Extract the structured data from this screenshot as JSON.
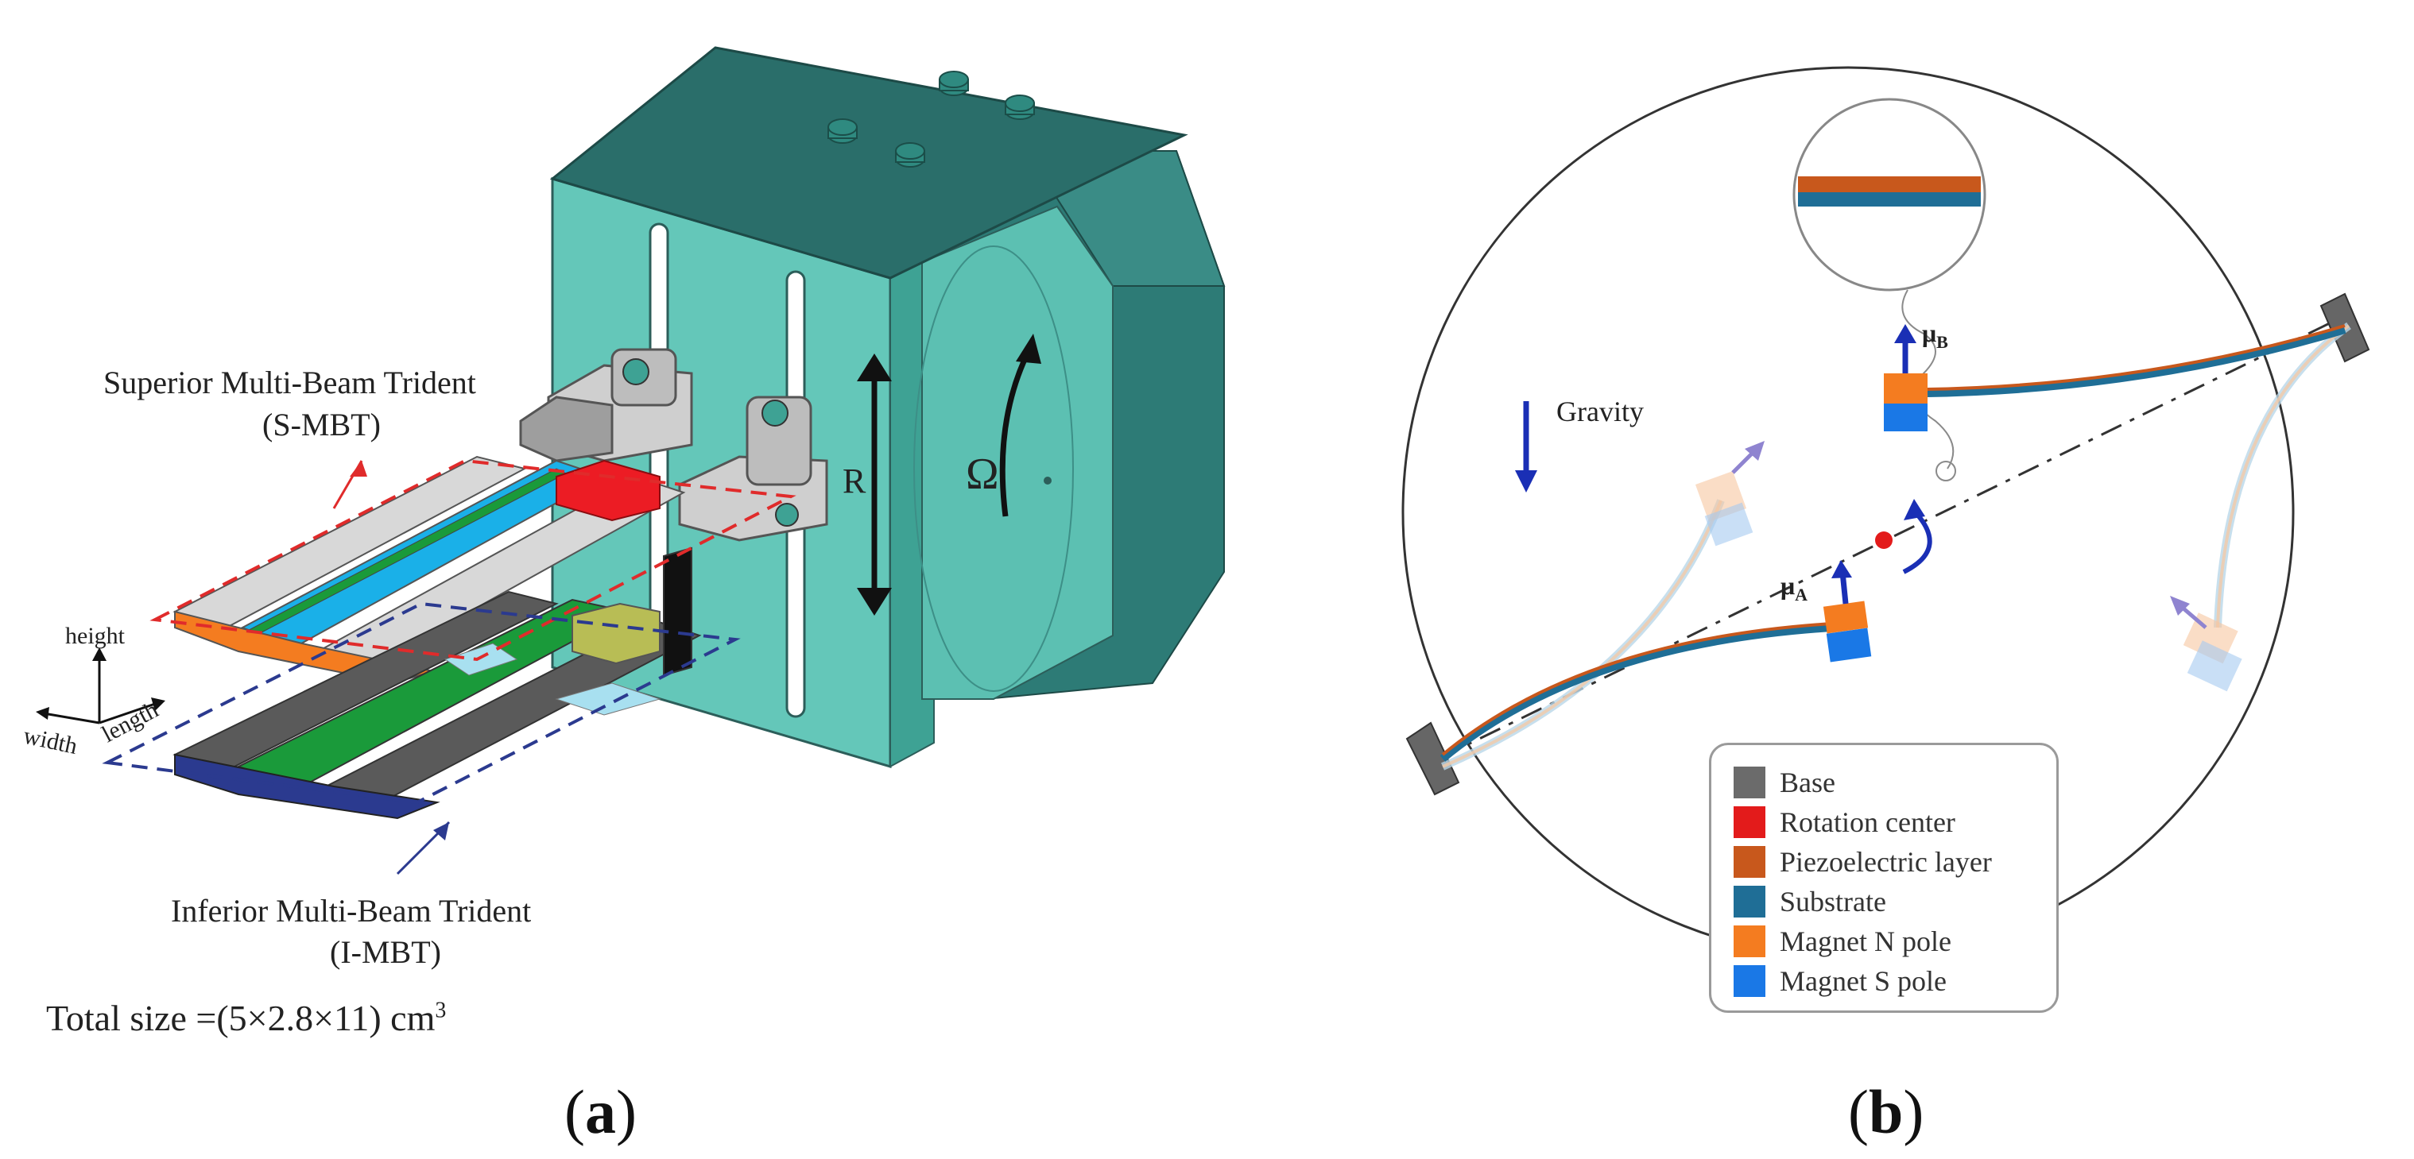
{
  "panel_a": {
    "superior_label_line1": "Superior Multi-Beam Trident",
    "superior_label_line2": "(S-MBT)",
    "inferior_label_line1": "Inferior Multi-Beam Trident",
    "inferior_label_line2": "(I-MBT)",
    "axis_height": "height",
    "axis_width": "width",
    "axis_length": "length",
    "radius_label": "R",
    "omega_label": "Ω",
    "total_size_prefix": "Total  size  =(",
    "total_size_dims": "5×2.8×11",
    "total_size_suffix": ") cm",
    "total_size_exp": "3",
    "tag_open": "(",
    "tag_letter": "a",
    "tag_close": ")"
  },
  "panel_b": {
    "gravity_label": "Gravity",
    "mu_a": "μ",
    "mu_a_sub": "A",
    "mu_b": "μ",
    "mu_b_sub": "B",
    "tag_open": "(",
    "tag_letter": "b",
    "tag_close": ")",
    "legend": [
      {
        "label": "Base",
        "color": "#6b6b6b"
      },
      {
        "label": "Rotation center",
        "color": "#e31b1b"
      },
      {
        "label": "Piezoelectric layer",
        "color": "#c8581c"
      },
      {
        "label": "Substrate",
        "color": "#1f6e96"
      },
      {
        "label": "Magnet N pole",
        "color": "#f47c20"
      },
      {
        "label": "Magnet S pole",
        "color": "#1a78e6"
      }
    ]
  },
  "colors": {
    "housing_teal": "#5ec8b8",
    "housing_dark": "#2a6e6a",
    "superior_box": "#e02b2b",
    "inferior_box": "#2b3a8f",
    "arrow_blue": "#1a2fb5"
  }
}
